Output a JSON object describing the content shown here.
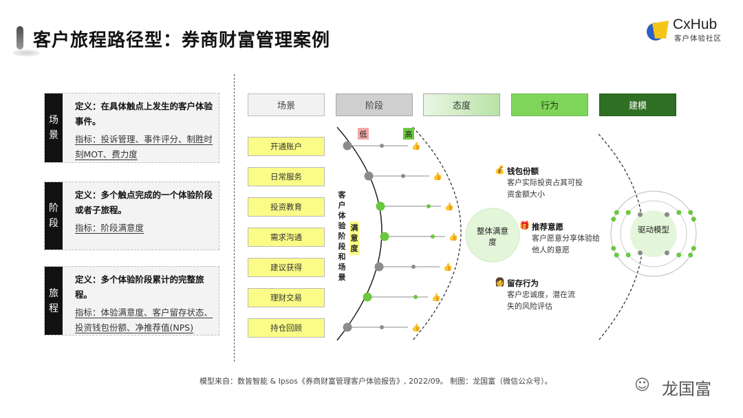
{
  "header": {
    "title": "客户旅程路径型：券商财富管理案例",
    "logo_brand": "CxHub",
    "logo_sub": "客户体验社区"
  },
  "definitions": [
    {
      "tab": [
        "场",
        "景"
      ],
      "definition": "定义：在具体触点上发生的客户体验事件。",
      "metrics": "指标：投诉管理、事件评分、制胜时刻MOT、费力度"
    },
    {
      "tab": [
        "阶",
        "段"
      ],
      "definition": "定义：多个触点完成的一个体验阶段或者子旅程。",
      "metrics": "指标：阶段满意度"
    },
    {
      "tab": [
        "旅",
        "程"
      ],
      "definition": "定义：多个体验阶段累计的完整旅程。",
      "metrics": "指标：体验满意度、客户留存状态、投资钱包份额、净推荐值(NPS)"
    }
  ],
  "column_headers": [
    "场景",
    "阶段",
    "态度",
    "行为",
    "建模"
  ],
  "scenes": [
    "开通账户",
    "日常服务",
    "投资教育",
    "需求沟通",
    "建议获得",
    "理财交易",
    "持仓回顾"
  ],
  "scale": {
    "low": "低",
    "high": "高"
  },
  "stage_label": "客户体验阶段和场景",
  "satisfaction_label": "满意度",
  "satisfaction_points": [
    {
      "scene": "开通账户",
      "level": "low"
    },
    {
      "scene": "日常服务",
      "level": "low"
    },
    {
      "scene": "投资教育",
      "level": "high"
    },
    {
      "scene": "需求沟通",
      "level": "high"
    },
    {
      "scene": "建议获得",
      "level": "low"
    },
    {
      "scene": "理财交易",
      "level": "high"
    },
    {
      "scene": "持仓回顾",
      "level": "low"
    }
  ],
  "attitude_center": "整体满意度",
  "behaviors": [
    {
      "icon": "money-bag-icon",
      "title": "钱包份额",
      "desc": "客户实际投资占其可投资金额大小"
    },
    {
      "icon": "gift-icon",
      "title": "推荐意愿",
      "desc": "客户愿意分享体验给他人的意愿"
    },
    {
      "icon": "person-icon",
      "title": "留存行为",
      "desc": "客户忠诚度，潜在流失的风险评估"
    }
  ],
  "model_center": "驱动模型",
  "footer": "模型来自：数皆智能 & Ipsos《券商财富管理客户体验报告》, 2022/09。 制图：龙国富（微信公众号）。",
  "watermark": "龙国富",
  "colors": {
    "header_scene": "#f2f2f2",
    "header_stage": "#cfcfcf",
    "header_attitude": "#c7e9b9",
    "header_behavior": "#7fd45a",
    "header_model": "#2f6f24",
    "scene_fill": "#fbfc87",
    "dot_low": "#8c8c8c",
    "dot_high": "#6ac83d"
  }
}
